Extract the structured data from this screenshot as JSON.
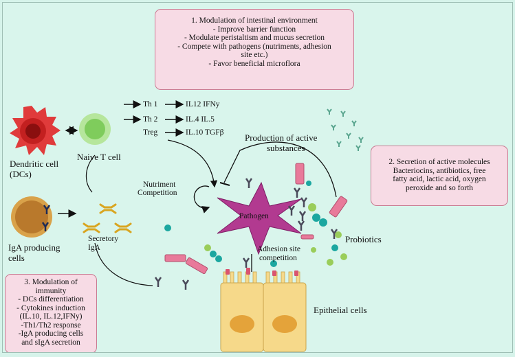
{
  "box1": {
    "lines": [
      "1. Modulation of intestinal environment",
      "- Improve barrier function",
      "- Modulate peristaltism and mucus secretion",
      "- Compete with pathogens (nutriments, adhesion",
      "site etc.)",
      "- Favor beneficial microflora"
    ]
  },
  "box2": {
    "lines": [
      "2. Secretion of active molecules",
      "Bacteriocins, antibiotics, free",
      "fatty acid, lactic acid, oxygen",
      "peroxide and so forth"
    ]
  },
  "box3": {
    "lines": [
      "3. Modulation of",
      "immunity",
      "- DCs differentiation",
      "- Cytokines induction",
      "(IL.10, IL.12,IFNy)",
      "-Th1/Th2 response",
      "-IgA producing cells",
      "and sIgA secretion"
    ]
  },
  "labels": {
    "dendritic_1": "Dendritic cell",
    "dendritic_2": "(DCs)",
    "naive": "Naive T cell",
    "iga_1": "IgA producing",
    "iga_2": "cells",
    "secretory_1": "Secretory",
    "secretory_2": "IgA",
    "th1": "Th 1",
    "th2": "Th 2",
    "treg": "Treg",
    "il12": "IL12 IFNy",
    "il4": "IL.4 IL.5",
    "il10": "IL.10 TGFβ",
    "production_1": "Production of active",
    "production_2": "substances",
    "nutriment_1": "Nutriment",
    "nutriment_2": "Competition",
    "pathogen": "Pathogen",
    "adhesion_1": "Adhesion site",
    "adhesion_2": "competition",
    "probiotics": "Probiotics",
    "epithelial": "Epithelial cells"
  },
  "colors": {
    "background": "#d9f5ec",
    "box_fill": "#f7dbe5",
    "box_border": "#c97b92",
    "pathogen": "#b23a90",
    "dendritic": "#e03b3b",
    "naive_t": "#8bd37a",
    "iga_cell": "#d9a24a",
    "epithelial": "#f6d98a",
    "probiotic_rod": "#e87a9a",
    "teal_dot": "#1ba7a0",
    "green_dot": "#9acd5a"
  }
}
